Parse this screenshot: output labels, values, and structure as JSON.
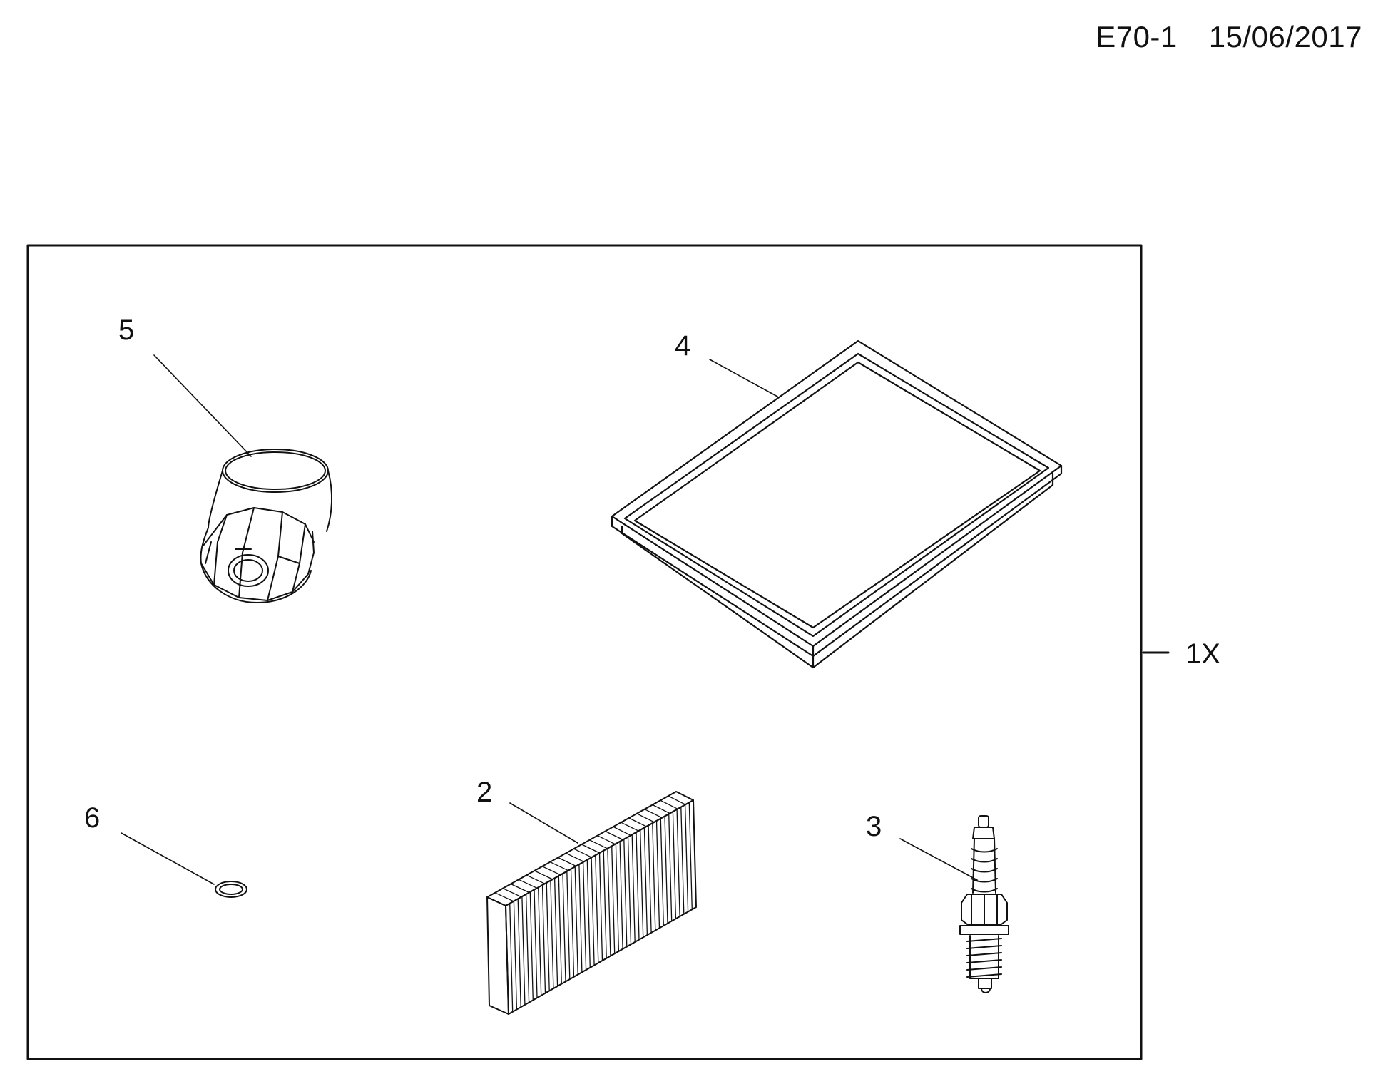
{
  "header": {
    "code": "E70-1",
    "date": "15/06/2017"
  },
  "callouts": {
    "oil_filter": "5",
    "air_filter": "4",
    "cabin_filter": "2",
    "spark_plug": "3",
    "seal_ring": "6",
    "kit_quantity": "1X"
  }
}
